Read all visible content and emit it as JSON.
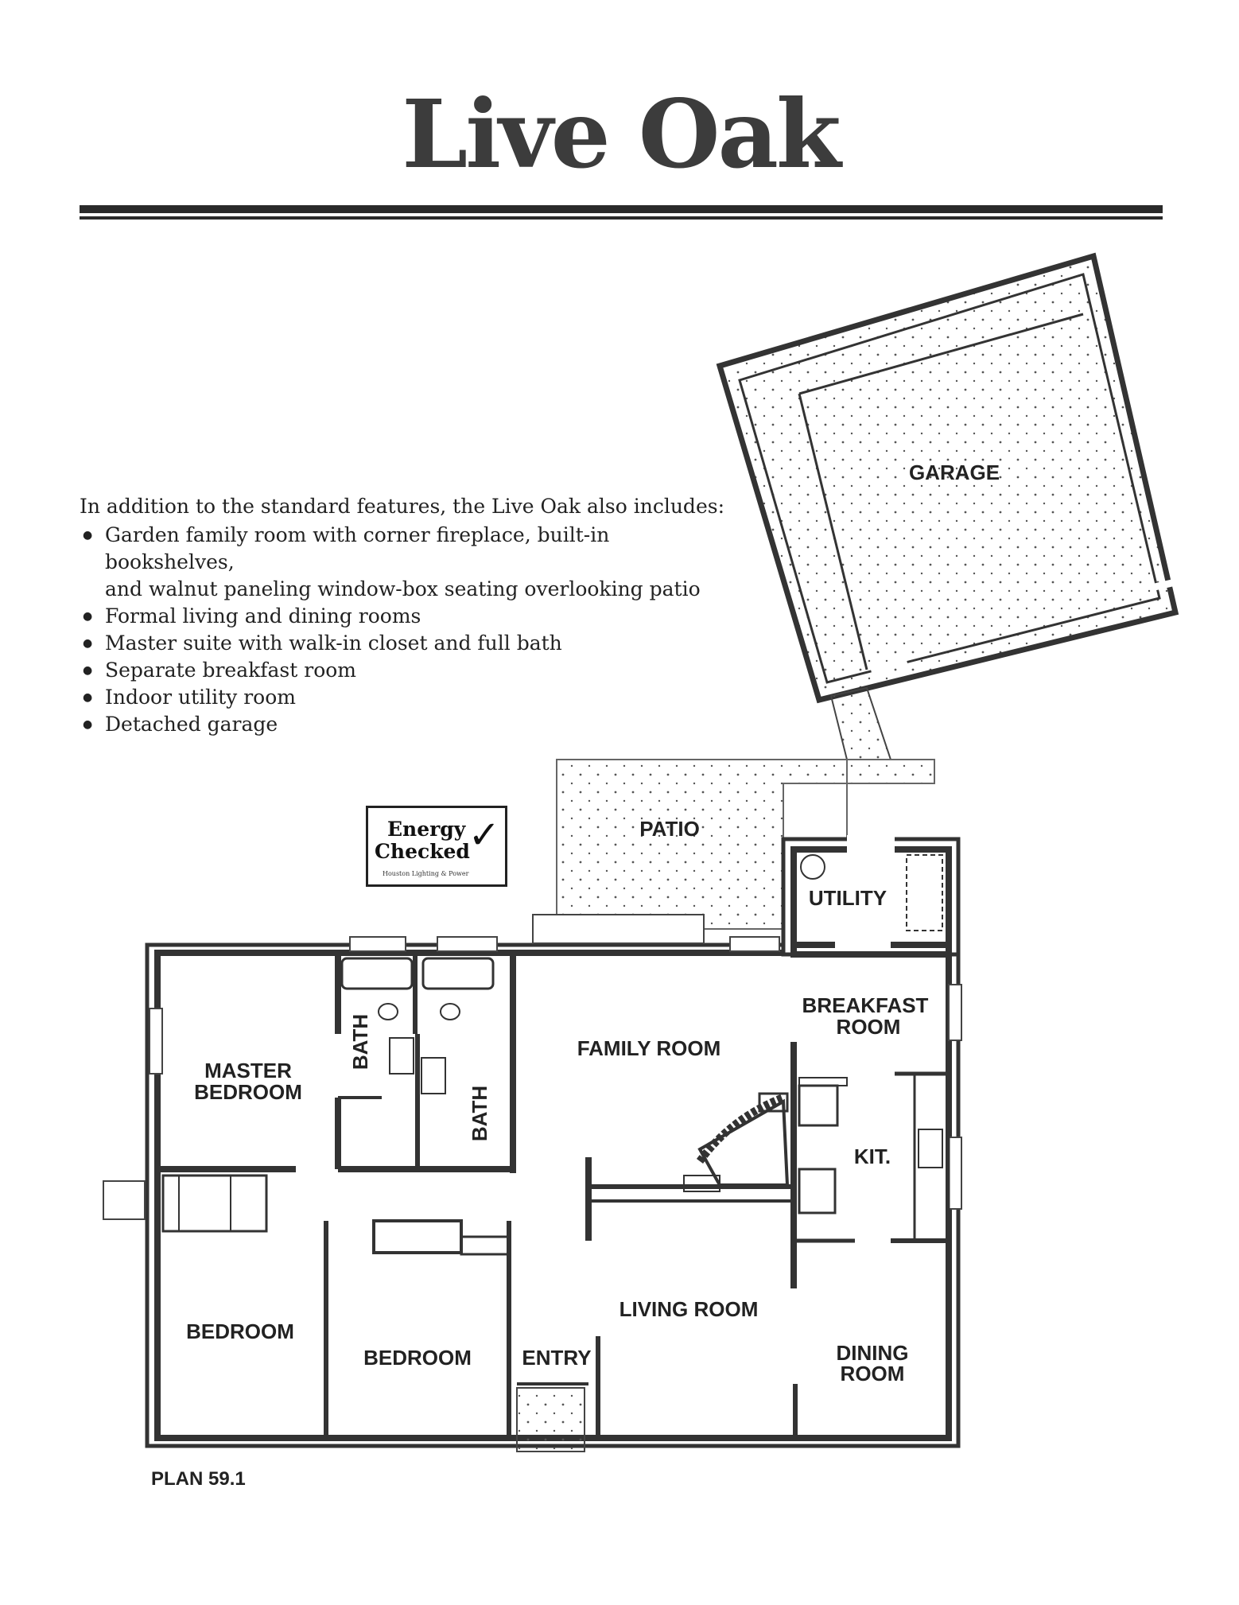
{
  "title": "Live Oak",
  "features": {
    "intro": "In addition to the standard features, the Live Oak also includes:",
    "items": [
      "Garden family room with corner fireplace, built-in bookshelves,",
      "and walnut paneling window-box seating overlooking patio",
      "Formal living and dining rooms",
      "Master suite with walk-in closet and full bath",
      "Separate breakfast room",
      "Indoor utility room",
      "Detached garage"
    ]
  },
  "badge": {
    "line1": "Energy",
    "line2": "Checked",
    "line3": "Houston Lighting & Power"
  },
  "rooms": {
    "garage": "GARAGE",
    "patio": "PATIO",
    "utility": "UTILITY",
    "breakfast_1": "BREAKFAST",
    "breakfast_2": "ROOM",
    "family_room": "FAMILY ROOM",
    "master_1": "MASTER",
    "master_2": "BEDROOM",
    "bath": "BATH",
    "kitchen": "KIT.",
    "living_room": "LIVING ROOM",
    "bedroom": "BEDROOM",
    "entry": "ENTRY",
    "dining_1": "DINING",
    "dining_2": "ROOM"
  },
  "plan_label": "PLAN 59.1"
}
